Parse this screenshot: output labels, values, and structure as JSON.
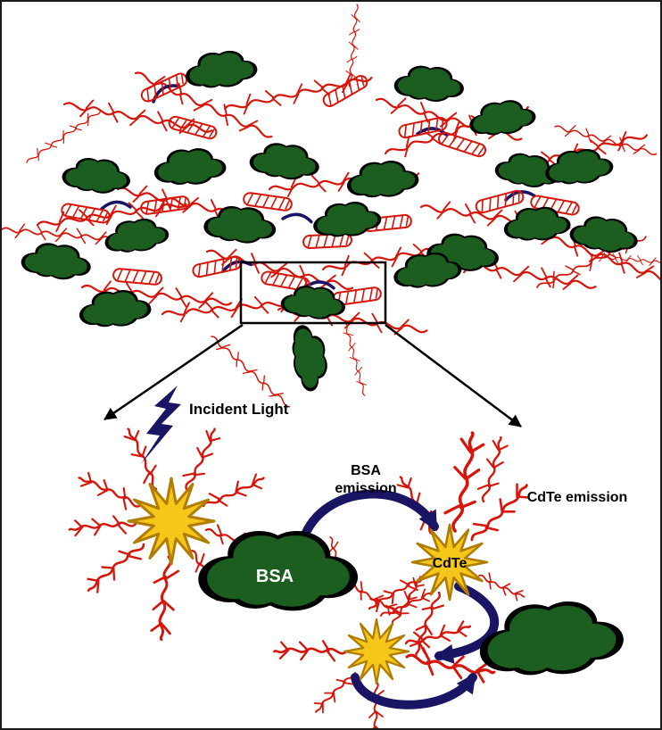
{
  "labels": {
    "incident_light": "Incident Light",
    "bsa_emission_line1": "BSA",
    "bsa_emission_line2": "emission",
    "cdte_emission": "CdTe emission",
    "bsa_cloud": "BSA",
    "cdte_dot": "CdTe"
  },
  "colors": {
    "protein_green": "#1b5e1f",
    "quantum_dot_yellow": "#f5c71a",
    "quantum_dot_outline": "#b07d00",
    "polymer_red": "#d6150b",
    "arrow_navy": "#1a1464",
    "outline_black": "#000000",
    "background": "#ffffff"
  }
}
